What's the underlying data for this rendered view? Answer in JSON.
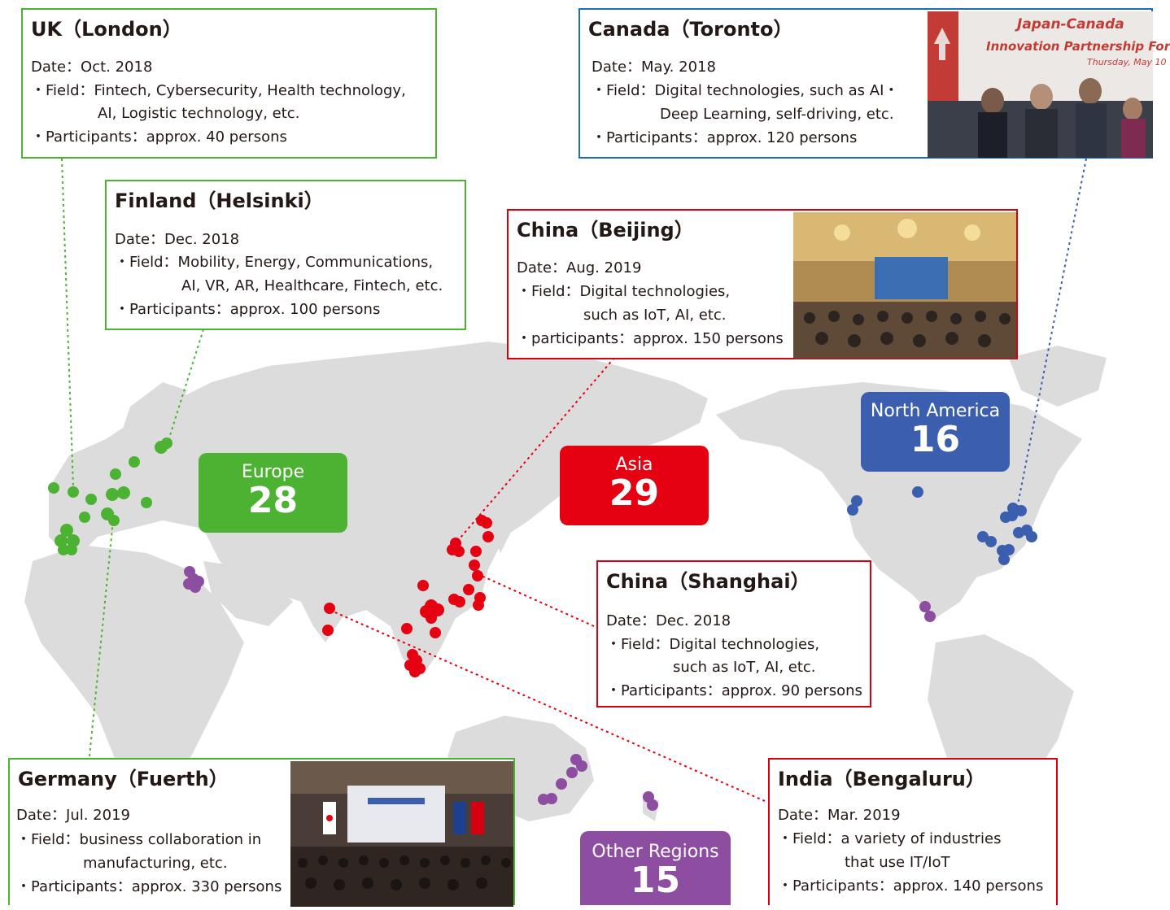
{
  "colors": {
    "europe": "#4cb232",
    "asia": "#e50012",
    "north_america": "#3b5eae",
    "other": "#8d4ea1",
    "land": "#dcdcdc",
    "canada_border": "#1c6fb7"
  },
  "regions": {
    "europe": {
      "name": "Europe",
      "count": "28"
    },
    "asia": {
      "name": "Asia",
      "count": "29"
    },
    "north_america": {
      "name": "North America",
      "count": "16"
    },
    "other": {
      "name": "Other Regions",
      "count": "15"
    }
  },
  "events": {
    "uk": {
      "title": "UK（London）",
      "date": "Date：Oct. 2018",
      "field": "・Field：Fintech, Cybersecurity,  Health technology,",
      "field_cont": "AI, Logistic technology, etc.",
      "participants": "・Participants：approx. 40 persons"
    },
    "finland": {
      "title": "Finland（Helsinki）",
      "date": "Date：Dec. 2018",
      "field": "・Field：Mobility, Energy, Communications,",
      "field_cont": "AI, VR, AR, Healthcare, Fintech, etc.",
      "participants": "・Participants：approx. 100 persons"
    },
    "canada": {
      "title": "Canada（Toronto）",
      "date": "Date：May. 2018",
      "field": "・Field：Digital technologies, such as AI・",
      "field_cont": "Deep Learning, self-driving, etc.",
      "participants": "・Participants：approx. 120 persons",
      "photo_banner_1": "Japan-Canada",
      "photo_banner_2": "Innovation Partnership For",
      "photo_banner_3": "Thursday, May 10"
    },
    "beijing": {
      "title": "China（Beijing）",
      "date": "Date：Aug. 2019",
      "field": "・Field：Digital technologies,",
      "field_cont": "such as IoT, AI, etc.",
      "participants": "・participants：approx. 150 persons"
    },
    "shanghai": {
      "title": "China（Shanghai）",
      "date": "Date：Dec. 2018",
      "field": "・Field：Digital technologies,",
      "field_cont": "such as IoT, AI, etc.",
      "participants": "・Participants：approx. 90 persons"
    },
    "germany": {
      "title": "Germany（Fuerth）",
      "date": "Date：Jul. 2019",
      "field": "・Field：business collaboration in",
      "field_cont": "manufacturing, etc.",
      "participants": "・Participants：approx. 330 persons"
    },
    "india": {
      "title": "India（Bengaluru）",
      "date": "Date：Mar. 2019",
      "field": "・Field：a variety of industries",
      "field_cont": "that use IT/IoT",
      "participants": "・Participants：approx. 140 persons"
    }
  }
}
